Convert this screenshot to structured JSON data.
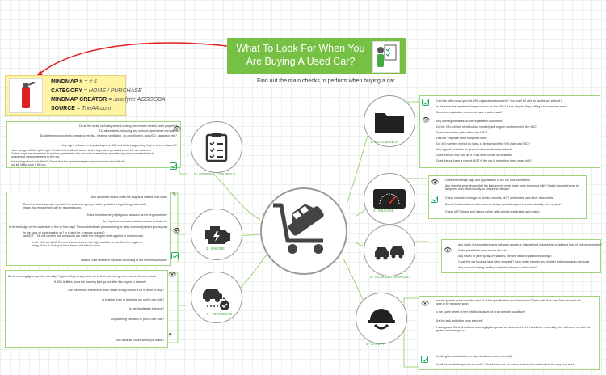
{
  "title": "What To Look For When You Are Buying A Used Car?",
  "subtitle": "Find out the main checks to perform when buying a car",
  "meta": {
    "mindmap_label": "MINDMAP #",
    "mindmap_value": "= # 6",
    "category_label": "CATEGORY",
    "category_value": "= HOME / PURCHASE",
    "creator_label": "MINDMAP CREATOR",
    "creator_value": "= Joselyne AGSOGBA",
    "source_label": "SOURCE",
    "source_value": "= TheAA.com"
  },
  "branches": {
    "controls": {
      "label": "2 - GENERAL CONTROLS",
      "icon": "checklist-icon",
      "items": [
        "Do all the locks, including central locking and remote control, work properly?",
        "Do all windows, including any sunroof, open/close normally?",
        "Do all the minor controls operate correctly – heating, ventilation, air-conditioning, radio/CD, navigation etc?",
        "Any signs of forced entry, damaged or different locks (suggesting they've been replaced)?",
        "Have you got all the right keys? Check the handbook to see which keys were provided when the car was new.",
        "Modern keys are expensive to replace, particularly the coloured 'master' key provided by some manufacturers to",
        "programme new spare keys to the car.",
        "Are locking wheel nuts fitted? Check that the special adapter required is included with the",
        "tool kit. Make sure it fits too."
      ]
    },
    "engine": {
      "label": "3 - ENGINE",
      "icon": "engine-icon",
      "items": [
        "Any abnormal noises when the engine is started from cold?",
        "Does the clutch operate normally? A noise when you press the pedal or a high biting point could",
        "mean that replacement will be required soon.",
        "Does the oil warning light go out as soon as the engine starts?",
        "Any signs of excessive visible exhaust emissions?",
        "Is there sludge on the underside of the oil filler cap? This could indicate poor servicing or (less commonly) short journey use.",
        "Is the car's oil consumption ok? Is it used for a regular journey?",
        "an MOT. This will confirm that emissions are within the stringent limits applied to modern cars.",
        "Is the oil level right? Too low shows neglect; too high could be a clue that the engine is",
        "using oil but it could just have been over-filled in error.",
        "Has the cam belt been replaced according to the service schedule?"
      ]
    },
    "test_drive": {
      "label": "5 - TEST DRIVE",
      "icon": "car-route-icon",
      "items": [
        "Do all warning lights operate normally? Lights will generally come on at first and then go out – unless there's a fault.",
        "If ABS is fitted, does the warning light go out after the engine is started?",
        "Are the brakes effective or does it take a long time or a lot of effort to stop?",
        "Is braking even or does the car pull to one side?",
        "Is the handbrake effective?",
        "Any steering vibration or pull to one side?",
        "Any unusual noises when you brake?"
      ]
    },
    "documents": {
      "label": "1 - DOCUMENTS",
      "icon": "folder-icon",
      "items": [
        "Can the seller show you the V5C registration document? You won't be able to tax the car without it.",
        "Is the seller the registered keeper shown on the V5C? If not, why are they selling it for someone else?",
        "Does the registration document have a watermark?",
        "Any spelling mistakes on the registration document?",
        "Do the VIN (vehicle identification number) and engine number match the V5C?",
        "Does the number plate match the V5C?",
        "Has the VIN plate been tampered with?",
        "Do VIN numbers etched on glass or lights match the VIN plate and V5C?",
        "Any sign of scratches on glass to remove etched numbers?",
        "Does the fuel filler lock as if it has been forced or replaced?",
        "Does the car have a current MOT (if the car is more than three years old)?"
      ]
    },
    "mileage": {
      "label": "2 - MILEAGE",
      "icon": "odometer-icon",
      "items": [
        "Does the mileage, age and appearance of the car look consistent?",
        "Any sign the wear shows that the instruments might have been tampered with? Digital odometers can be",
        "tampered with electronically so check the mileage.",
        "Check recorded mileage on service records, MOT certificates, and other documents.",
        "Does it look consistent with current mileage (condition) and increase steadily year on year?",
        "Check MOT status and history online (with vehicle registration and make)."
      ]
    },
    "accident": {
      "label": "3 - ACCIDENT DAMAGE?",
      "icon": "crash-icon",
      "items": [
        "Any signs of inconsistent gaps between panels or mismatched colours that could be a sign of extensive repairs?",
        "Is the paint finish even across the car?",
        "Any traces of paint spray on handles, window seals or plastic mouldings?",
        "Could the car's colour have been changed? Look under carpets and in other hidden areas in particular.",
        "Any unusual looking welding under the bonnet or in the boot?"
      ]
    },
    "safety": {
      "label": "4 - SAFETY",
      "icon": "helmet-icon",
      "items": [
        "Are the tyres in good condition and all of the specification and dimensions? Tyres with less than 3mm of tread will",
        "have to be replaced soon.",
        "Is the spare wheel or tyre inflation/sealant kit in serviceable condition?",
        "Are the jack and other tools present?",
        "If airbags are fitted, check that warning lights operate as described in the handbook – normally they will come on with the",
        "ignition and then go out.",
        "Do all lights and windscreen wipers/washers work correctly?",
        "Do all the seatbelts operate correctly? Check there are no cuts or fraying that could affect the way they work."
      ]
    }
  },
  "center_icon": "cart-car-icon",
  "colors": {
    "title_bg": "#76c043",
    "meta_bg": "#fff3a4",
    "branch_line": "#9fd67a",
    "label": "#3ba83b",
    "arrow": "#e02020"
  }
}
